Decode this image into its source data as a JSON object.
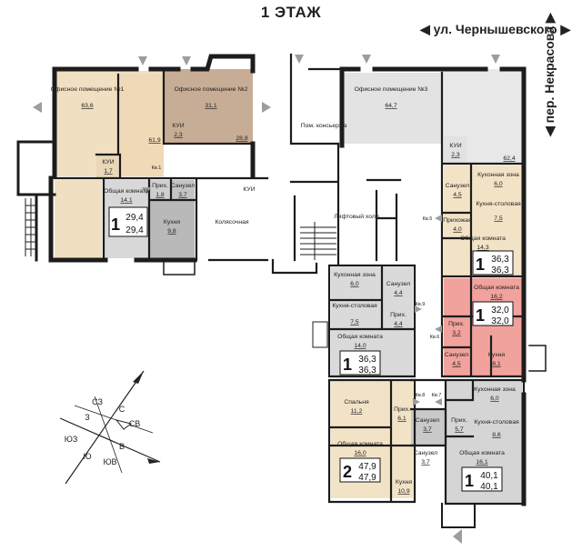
{
  "floor_title": "1 ЭТАЖ",
  "streets": {
    "top": "ул. Чернышевского",
    "right": "пер. Некрасова"
  },
  "colors": {
    "wall": "#1c1c1c",
    "office": "#f1dfc1",
    "office2": "#c8ad96",
    "gray_light": "#e8e8e8",
    "gray_dark": "#b9b9b9",
    "beige_apt": "#f3e3c6",
    "red_apt": "#f1a29c",
    "arrow": "#9d9d9d"
  },
  "rooms": {
    "office1": {
      "name": "Офисное помещение №1",
      "area": "63,6"
    },
    "office1b": {
      "area": "61,9"
    },
    "office2": {
      "name": "Офисное помещение №2",
      "area": "31,1"
    },
    "office2b": {
      "area": "28,8"
    },
    "kui_o2": {
      "name": "КУИ",
      "area": "2,3"
    },
    "kui_o1": {
      "name": "КУИ",
      "area": "1,7"
    },
    "office3": {
      "name": "Офисное помещение №3",
      "area": "64,7"
    },
    "office3b": {
      "area": "62,4"
    },
    "kui_o3": {
      "name": "КУИ",
      "area": "2,3"
    },
    "concierge": {
      "name": "Пом. консьержа"
    },
    "lift_hall": {
      "name": "Лифтовый холл"
    },
    "stroller": {
      "name": "Колясочная"
    },
    "kui_top": {
      "name": "КУИ"
    }
  },
  "apt1": {
    "label": "Кв.1",
    "rooms_count": "1",
    "area_total": "29,4",
    "area_living": "29,4",
    "living": {
      "name": "Общая комната",
      "area": "14,1"
    },
    "hall": {
      "name": "Прих.",
      "area": "1,8"
    },
    "bath": {
      "name": "Санузел",
      "area": "3,7"
    },
    "kitchen": {
      "name": "Кухня",
      "area": "9,8"
    }
  },
  "apt5": {
    "label": "Кв.5",
    "rooms_count": "1",
    "area_total": "36,3",
    "area_living": "36,3",
    "kitchen_zone": {
      "name": "Кухонная зона",
      "area": "6,0"
    },
    "kitchen_dining": {
      "name": "Кухня-столовая",
      "area": "7,5"
    },
    "bath": {
      "name": "Санузел",
      "area": "4,5"
    },
    "hall": {
      "name": "Прихожая",
      "area": "4,0"
    },
    "living": {
      "name": "Общая комната",
      "area": "14,3"
    }
  },
  "apt9": {
    "label": "Кв.9",
    "rooms_count": "1",
    "area_total": "36,3",
    "area_living": "36,3",
    "kitchen_zone": {
      "name": "Кухонная зона",
      "area": "6,0"
    },
    "bath": {
      "name": "Санузел",
      "area": "4,4"
    },
    "kitchen_dining": {
      "name": "Кухня-столовая",
      "area": "7,5"
    },
    "hall": {
      "name": "Прих.",
      "area": "4,4"
    },
    "living": {
      "name": "Общая комната",
      "area": "14,0"
    }
  },
  "apt6": {
    "label": "Кв.6",
    "rooms_count": "1",
    "area_total": "32,0",
    "area_living": "32,0",
    "living": {
      "name": "Общая комната",
      "area": "16,2"
    },
    "hall": {
      "name": "Прих.",
      "area": "3,2"
    },
    "bath": {
      "name": "Санузел",
      "area": "4,5"
    },
    "kitchen": {
      "name": "Кухня",
      "area": "8,1"
    }
  },
  "apt8": {
    "label": "Кв.8",
    "rooms_count": "2",
    "area_total": "47,9",
    "area_living": "47,9",
    "bedroom": {
      "name": "Спальня",
      "area": "11,2"
    },
    "hall": {
      "name": "Прих.",
      "area": "6,1"
    },
    "living": {
      "name": "Общая комната",
      "area": "16,0"
    },
    "bath": {
      "name": "Санузел",
      "area": "3,7"
    },
    "kitchen": {
      "name": "Кухня",
      "area": "10,9"
    }
  },
  "apt7": {
    "label": "Кв.7",
    "rooms_count": "1",
    "area_total": "40,1",
    "area_living": "40,1",
    "kitchen_zone": {
      "name": "Кухонная зона",
      "area": "6,0"
    },
    "bath": {
      "name": "Санузел",
      "area": "3,7"
    },
    "hall": {
      "name": "Прих.",
      "area": "5,7"
    },
    "kitchen_dining": {
      "name": "Кухня-столовая",
      "area": "8,6"
    },
    "living": {
      "name": "Общая комната",
      "area": "16,1"
    }
  },
  "compass": {
    "n": "С",
    "s": "Ю",
    "e": "В",
    "w": "З",
    "ne": "СВ",
    "nw": "СЗ",
    "se": "ЮВ",
    "sw": "ЮЗ"
  }
}
